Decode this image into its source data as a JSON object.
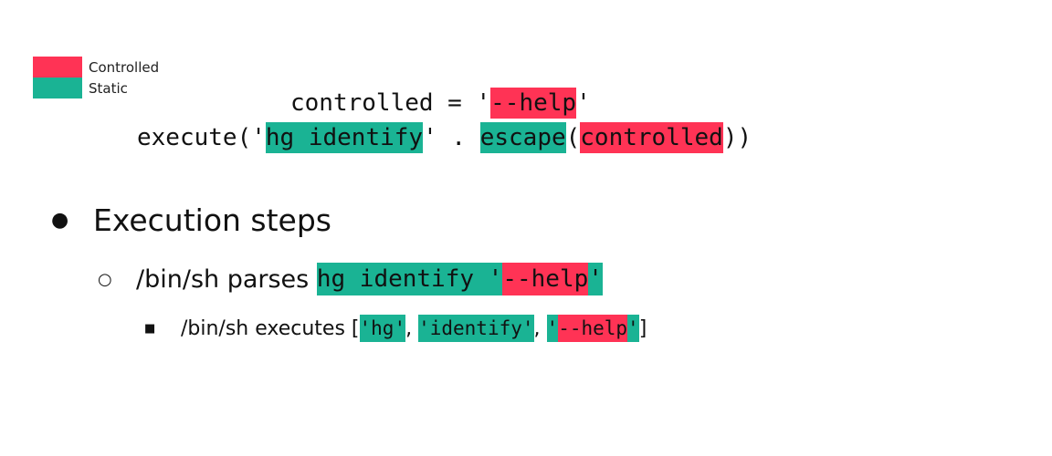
{
  "colors": {
    "controlled": "#ff3355",
    "static": "#1ab394"
  },
  "legend": {
    "controlled_label": "Controlled",
    "static_label": "Static"
  },
  "code": {
    "line1_prefix": "controlled = '",
    "line1_controlled": "--help",
    "line1_suffix": "'",
    "line2_prefix": "execute('",
    "line2_static1": "hg identify",
    "line2_mid": "' . ",
    "line2_static2": "escape",
    "line2_open": "(",
    "line2_controlled": "controlled",
    "line2_close": "))"
  },
  "bullets": {
    "heading": "Execution steps",
    "step1": {
      "text": "/bin/sh parses ",
      "static": "hg identify '",
      "controlled": "--help",
      "static_end": "'"
    },
    "step2": {
      "text": "/bin/sh executes [",
      "arg1": "'hg'",
      "sep1": ", ",
      "arg2": "'identify'",
      "sep2": ", ",
      "arg3_open": "'",
      "arg3_controlled": "--help",
      "arg3_close": "'",
      "end": "]"
    },
    "markers": {
      "level1": "●",
      "level2": "○",
      "level3": "■"
    }
  }
}
